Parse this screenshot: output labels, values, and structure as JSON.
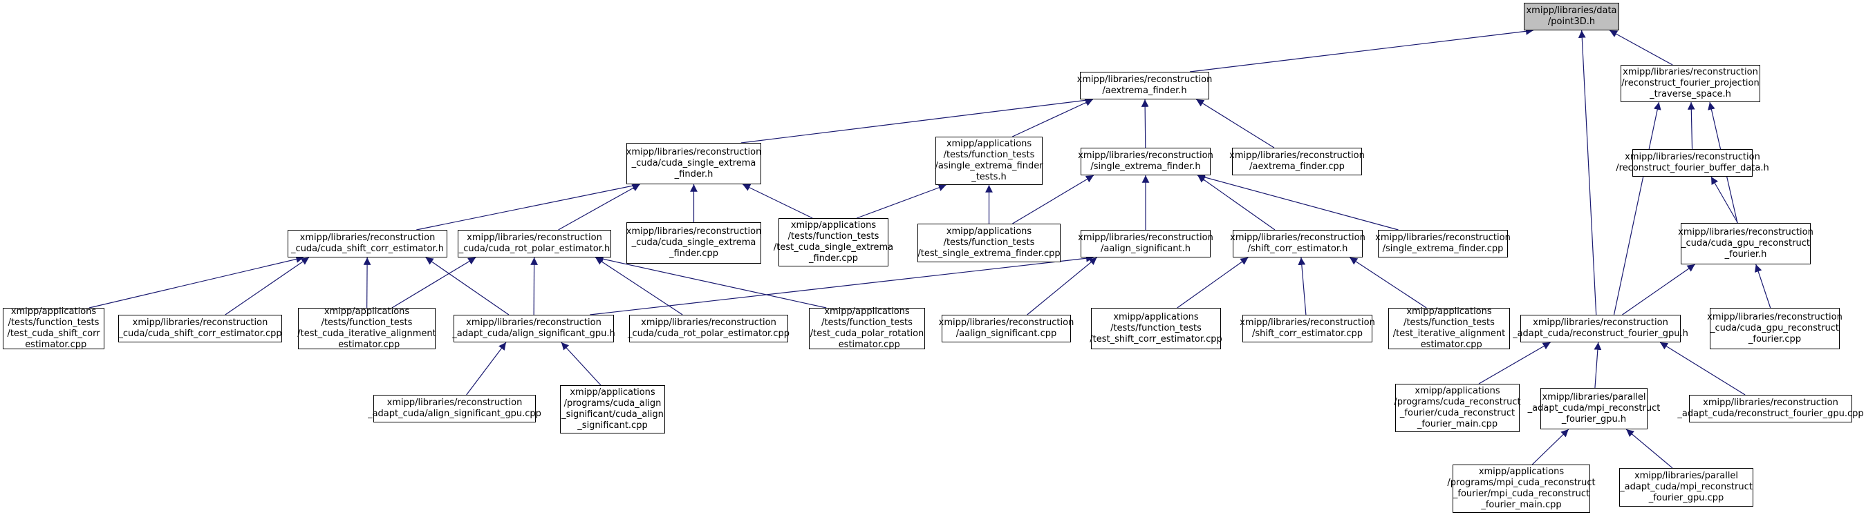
{
  "diagram": {
    "type": "include-dependency-graph",
    "colors": {
      "edge": "#191970",
      "node_border": "#000000",
      "root_fill": "#bfbfbf",
      "node_fill": "#ffffff"
    },
    "nodes": [
      {
        "id": "n0",
        "text": "xmipp/libraries/data\n/point3D.h"
      },
      {
        "id": "n1",
        "text": "xmipp/libraries/reconstruction\n/aextrema_finder.h"
      },
      {
        "id": "n2",
        "text": "xmipp/libraries/reconstruction\n/reconstruct_fourier_projection\n_traverse_space.h"
      },
      {
        "id": "n3",
        "text": "xmipp/libraries/reconstruction\n_cuda/cuda_single_extrema\n_finder.h"
      },
      {
        "id": "n4",
        "text": "xmipp/applications\n/tests/function_tests\n/asingle_extrema_finder\n_tests.h"
      },
      {
        "id": "n5",
        "text": "xmipp/libraries/reconstruction\n/single_extrema_finder.h"
      },
      {
        "id": "n6",
        "text": "xmipp/libraries/reconstruction\n/aextrema_finder.cpp"
      },
      {
        "id": "n7",
        "text": "xmipp/libraries/reconstruction\n/reconstruct_fourier_buffer_data.h"
      },
      {
        "id": "n8",
        "text": "xmipp/libraries/reconstruction\n_cuda/cuda_shift_corr_estimator.h"
      },
      {
        "id": "n9",
        "text": "xmipp/libraries/reconstruction\n_cuda/cuda_rot_polar_estimator.h"
      },
      {
        "id": "n10",
        "text": "xmipp/libraries/reconstruction\n_cuda/cuda_single_extrema\n_finder.cpp"
      },
      {
        "id": "n11",
        "text": "xmipp/applications\n/tests/function_tests\n/test_cuda_single_extrema\n_finder.cpp"
      },
      {
        "id": "n12",
        "text": "xmipp/applications\n/tests/function_tests\n/test_single_extrema_finder.cpp"
      },
      {
        "id": "n13",
        "text": "xmipp/libraries/reconstruction\n/aalign_significant.h"
      },
      {
        "id": "n14",
        "text": "xmipp/libraries/reconstruction\n/shift_corr_estimator.h"
      },
      {
        "id": "n15",
        "text": "xmipp/libraries/reconstruction\n/single_extrema_finder.cpp"
      },
      {
        "id": "n16",
        "text": "xmipp/libraries/reconstruction\n_cuda/cuda_gpu_reconstruct\n_fourier.h"
      },
      {
        "id": "n17",
        "text": "xmipp/applications\n/tests/function_tests\n/test_cuda_shift_corr\n_estimator.cpp"
      },
      {
        "id": "n18",
        "text": "xmipp/libraries/reconstruction\n_cuda/cuda_shift_corr_estimator.cpp"
      },
      {
        "id": "n19",
        "text": "xmipp/applications\n/tests/function_tests\n/test_cuda_iterative_alignment\n_estimator.cpp"
      },
      {
        "id": "n20",
        "text": "xmipp/libraries/reconstruction\n_adapt_cuda/align_significant_gpu.h"
      },
      {
        "id": "n21",
        "text": "xmipp/libraries/reconstruction\n_cuda/cuda_rot_polar_estimator.cpp"
      },
      {
        "id": "n22",
        "text": "xmipp/applications\n/tests/function_tests\n/test_cuda_polar_rotation\n_estimator.cpp"
      },
      {
        "id": "n23",
        "text": "xmipp/libraries/reconstruction\n/aalign_significant.cpp"
      },
      {
        "id": "n24",
        "text": "xmipp/applications\n/tests/function_tests\n/test_shift_corr_estimator.cpp"
      },
      {
        "id": "n25",
        "text": "xmipp/libraries/reconstruction\n/shift_corr_estimator.cpp"
      },
      {
        "id": "n26",
        "text": "xmipp/applications\n/tests/function_tests\n/test_iterative_alignment\n_estimator.cpp"
      },
      {
        "id": "n27",
        "text": "xmipp/libraries/reconstruction\n_adapt_cuda/reconstruct_fourier_gpu.h"
      },
      {
        "id": "n28",
        "text": "xmipp/libraries/reconstruction\n_cuda/cuda_gpu_reconstruct\n_fourier.cpp"
      },
      {
        "id": "n29",
        "text": "xmipp/libraries/reconstruction\n_adapt_cuda/align_significant_gpu.cpp"
      },
      {
        "id": "n30",
        "text": "xmipp/applications\n/programs/cuda_align\n_significant/cuda_align\n_significant.cpp"
      },
      {
        "id": "n31",
        "text": "xmipp/applications\n/programs/cuda_reconstruct\n_fourier/cuda_reconstruct\n_fourier_main.cpp"
      },
      {
        "id": "n32",
        "text": "xmipp/libraries/parallel\n_adapt_cuda/mpi_reconstruct\n_fourier_gpu.h"
      },
      {
        "id": "n33",
        "text": "xmipp/libraries/reconstruction\n_adapt_cuda/reconstruct_fourier_gpu.cpp"
      },
      {
        "id": "n34",
        "text": "xmipp/applications\n/programs/mpi_cuda_reconstruct\n_fourier/mpi_cuda_reconstruct\n_fourier_main.cpp"
      },
      {
        "id": "n35",
        "text": "xmipp/libraries/parallel\n_adapt_cuda/mpi_reconstruct\n_fourier_gpu.cpp"
      }
    ],
    "edges": [
      [
        "n1",
        "n0"
      ],
      [
        "n2",
        "n0"
      ],
      [
        "n27",
        "n0"
      ],
      [
        "n3",
        "n1"
      ],
      [
        "n4",
        "n1"
      ],
      [
        "n5",
        "n1"
      ],
      [
        "n6",
        "n1"
      ],
      [
        "n7",
        "n2"
      ],
      [
        "n16",
        "n2"
      ],
      [
        "n27",
        "n2"
      ],
      [
        "n8",
        "n3"
      ],
      [
        "n9",
        "n3"
      ],
      [
        "n10",
        "n3"
      ],
      [
        "n11",
        "n3"
      ],
      [
        "n11",
        "n4"
      ],
      [
        "n12",
        "n4"
      ],
      [
        "n12",
        "n5"
      ],
      [
        "n13",
        "n5"
      ],
      [
        "n14",
        "n5"
      ],
      [
        "n15",
        "n5"
      ],
      [
        "n16",
        "n7"
      ],
      [
        "n17",
        "n8"
      ],
      [
        "n18",
        "n8"
      ],
      [
        "n19",
        "n8"
      ],
      [
        "n20",
        "n8"
      ],
      [
        "n19",
        "n9"
      ],
      [
        "n20",
        "n9"
      ],
      [
        "n21",
        "n9"
      ],
      [
        "n22",
        "n9"
      ],
      [
        "n20",
        "n13"
      ],
      [
        "n23",
        "n13"
      ],
      [
        "n24",
        "n14"
      ],
      [
        "n25",
        "n14"
      ],
      [
        "n26",
        "n14"
      ],
      [
        "n27",
        "n16"
      ],
      [
        "n28",
        "n16"
      ],
      [
        "n29",
        "n20"
      ],
      [
        "n30",
        "n20"
      ],
      [
        "n31",
        "n27"
      ],
      [
        "n32",
        "n27"
      ],
      [
        "n33",
        "n27"
      ],
      [
        "n34",
        "n32"
      ],
      [
        "n35",
        "n32"
      ]
    ]
  }
}
